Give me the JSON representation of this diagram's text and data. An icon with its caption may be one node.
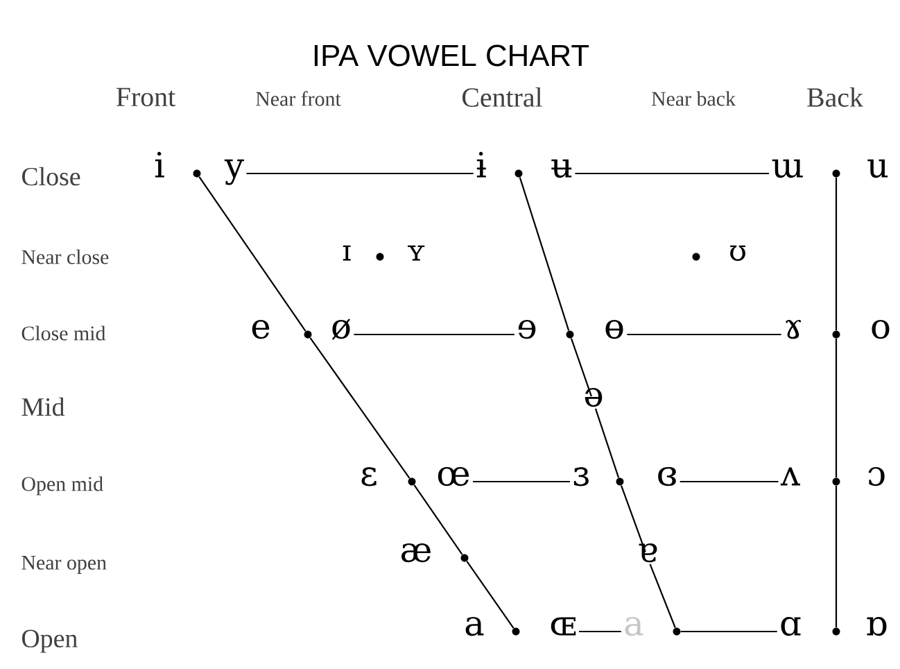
{
  "diagram": {
    "title": "IPA VOWEL CHART",
    "nodes": [
      {
        "text": [
          "i"
        ]
      },
      {
        "text": [],
        "shape": "circle"
      },
      {
        "text": [
          "y"
        ]
      },
      {
        "text": [
          "ɨ"
        ]
      },
      {
        "text": [],
        "shape": "circle"
      },
      {
        "text": [
          "ʉ"
        ]
      },
      {
        "text": [
          "ɯ"
        ]
      },
      {
        "text": [],
        "shape": "circle"
      },
      {
        "text": [
          "u"
        ]
      },
      {
        "text": [
          "ɪ"
        ]
      },
      {
        "text": [],
        "shape": "circle"
      },
      {
        "text": [
          "ʏ"
        ]
      },
      {
        "text": [],
        "shape": "circle"
      },
      {
        "text": [
          "ʊ"
        ]
      },
      {
        "text": [
          "e"
        ]
      },
      {
        "text": [],
        "shape": "circle"
      },
      {
        "text": [
          "ø"
        ]
      },
      {
        "text": [
          "ɘ"
        ]
      },
      {
        "text": [],
        "shape": "circle"
      },
      {
        "text": [
          "ɵ"
        ]
      },
      {
        "text": [
          "ɤ"
        ]
      },
      {
        "text": [],
        "shape": "circle"
      },
      {
        "text": [
          "o"
        ]
      },
      {
        "text": [
          "ə"
        ]
      },
      {
        "text": [
          "ɛ"
        ]
      },
      {
        "text": [],
        "shape": "circle"
      },
      {
        "text": [
          "œ"
        ]
      },
      {
        "text": [
          "ɜ"
        ]
      },
      {
        "text": [],
        "shape": "circle"
      },
      {
        "text": [
          "ɞ"
        ]
      },
      {
        "text": [
          "ʌ"
        ]
      },
      {
        "text": [],
        "shape": "circle"
      },
      {
        "text": [
          "ɔ"
        ]
      },
      {
        "text": [
          "æ"
        ]
      },
      {
        "text": [],
        "shape": "circle"
      },
      {
        "text": [
          "ɐ"
        ]
      },
      {
        "text": [
          "a"
        ]
      },
      {
        "text": [],
        "shape": "circle"
      },
      {
        "text": [
          "ɶ"
        ]
      },
      {
        "text": [
          "a"
        ]
      },
      {
        "text": [],
        "shape": "circle"
      },
      {
        "text": [
          "ɑ"
        ]
      },
      {
        "text": [],
        "shape": "circle"
      },
      {
        "text": [
          "ɒ"
        ]
      }
    ],
    "edges": [
      {
        "from": 2,
        "to": 3,
        "arrow": "none"
      },
      {
        "from": 5,
        "to": 6,
        "arrow": "none"
      },
      {
        "from": 16,
        "to": 17,
        "arrow": "none"
      },
      {
        "from": 19,
        "to": 20,
        "arrow": "none"
      },
      {
        "from": 26,
        "to": 27,
        "arrow": "none"
      },
      {
        "from": 29,
        "to": 30,
        "arrow": "none"
      },
      {
        "from": 38,
        "to": 39,
        "arrow": "none"
      },
      {
        "from": 40,
        "to": 41,
        "arrow": "none"
      },
      {
        "from": 1,
        "to": 15,
        "arrow": "none"
      },
      {
        "from": 15,
        "to": 25,
        "arrow": "none"
      },
      {
        "from": 25,
        "to": 34,
        "arrow": "none"
      },
      {
        "from": 34,
        "to": 37,
        "arrow": "none"
      },
      {
        "from": 4,
        "to": 18,
        "arrow": "none"
      },
      {
        "from": 18,
        "to": 23,
        "arrow": "none"
      },
      {
        "from": 23,
        "to": 28,
        "arrow": "none"
      },
      {
        "from": 28,
        "to": 35,
        "arrow": "none"
      },
      {
        "from": 35,
        "to": 40,
        "arrow": "none"
      },
      {
        "from": 7,
        "to": 21,
        "arrow": "none"
      },
      {
        "from": 21,
        "to": 31,
        "arrow": "none"
      },
      {
        "from": 31,
        "to": 42,
        "arrow": "none"
      }
    ],
    "labels": [
      "Front",
      "Near front",
      "Central",
      "Near back",
      "Back",
      "Close",
      "Near close",
      "Close mid",
      "Mid",
      "Open mid",
      "Near open",
      "Open"
    ]
  }
}
